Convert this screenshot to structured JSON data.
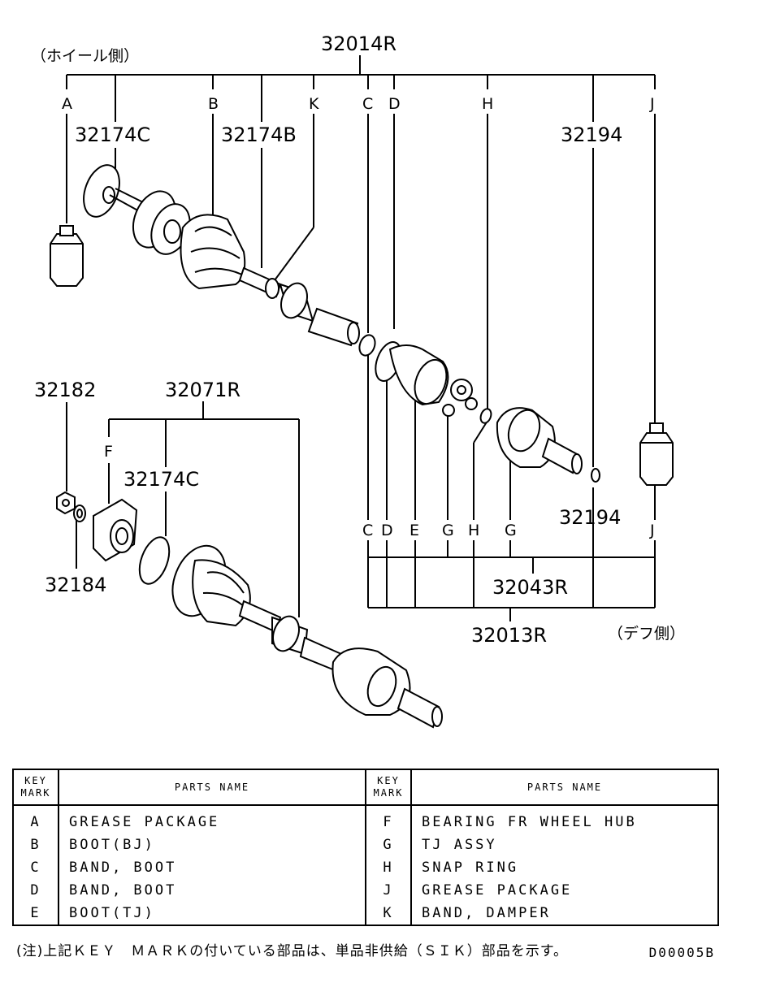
{
  "labels": {
    "wheel_side": "（ホイール側）",
    "diff_side": "（デフ側）",
    "p32014R": "32014R",
    "p32174C_top": "32174C",
    "p32174B": "32174B",
    "p32194_top": "32194",
    "p32182": "32182",
    "p32071R": "32071R",
    "p32174C_mid": "32174C",
    "p32184": "32184",
    "p32194_mid": "32194",
    "p32043R": "32043R",
    "p32013R": "32013R"
  },
  "keys_top": {
    "A": "A",
    "B": "B",
    "K": "K",
    "C": "C",
    "D": "D",
    "H": "H",
    "J": "J"
  },
  "keys_mid": {
    "F": "F",
    "C": "C",
    "D": "D",
    "E": "E",
    "G1": "G",
    "H": "H",
    "G2": "G",
    "J": "J"
  },
  "legend": {
    "header_key_1": "KEY",
    "header_key_2": "MARK",
    "header_name": "PARTS NAME",
    "left": [
      {
        "key": "A",
        "name": "GREASE PACKAGE"
      },
      {
        "key": "B",
        "name": "BOOT(BJ)"
      },
      {
        "key": "C",
        "name": "BAND, BOOT"
      },
      {
        "key": "D",
        "name": "BAND, BOOT"
      },
      {
        "key": "E",
        "name": "BOOT(TJ)"
      }
    ],
    "right": [
      {
        "key": "F",
        "name": "BEARING FR WHEEL HUB"
      },
      {
        "key": "G",
        "name": "TJ ASSY"
      },
      {
        "key": "H",
        "name": "SNAP RING"
      },
      {
        "key": "J",
        "name": "GREASE PACKAGE"
      },
      {
        "key": "K",
        "name": "BAND, DAMPER"
      }
    ]
  },
  "note": "(注)上記ＫＥＹ　ＭＡＲＫの付いている部品は、単品非供給（ＳＩＫ）部品を示す。",
  "code": "D00005B"
}
